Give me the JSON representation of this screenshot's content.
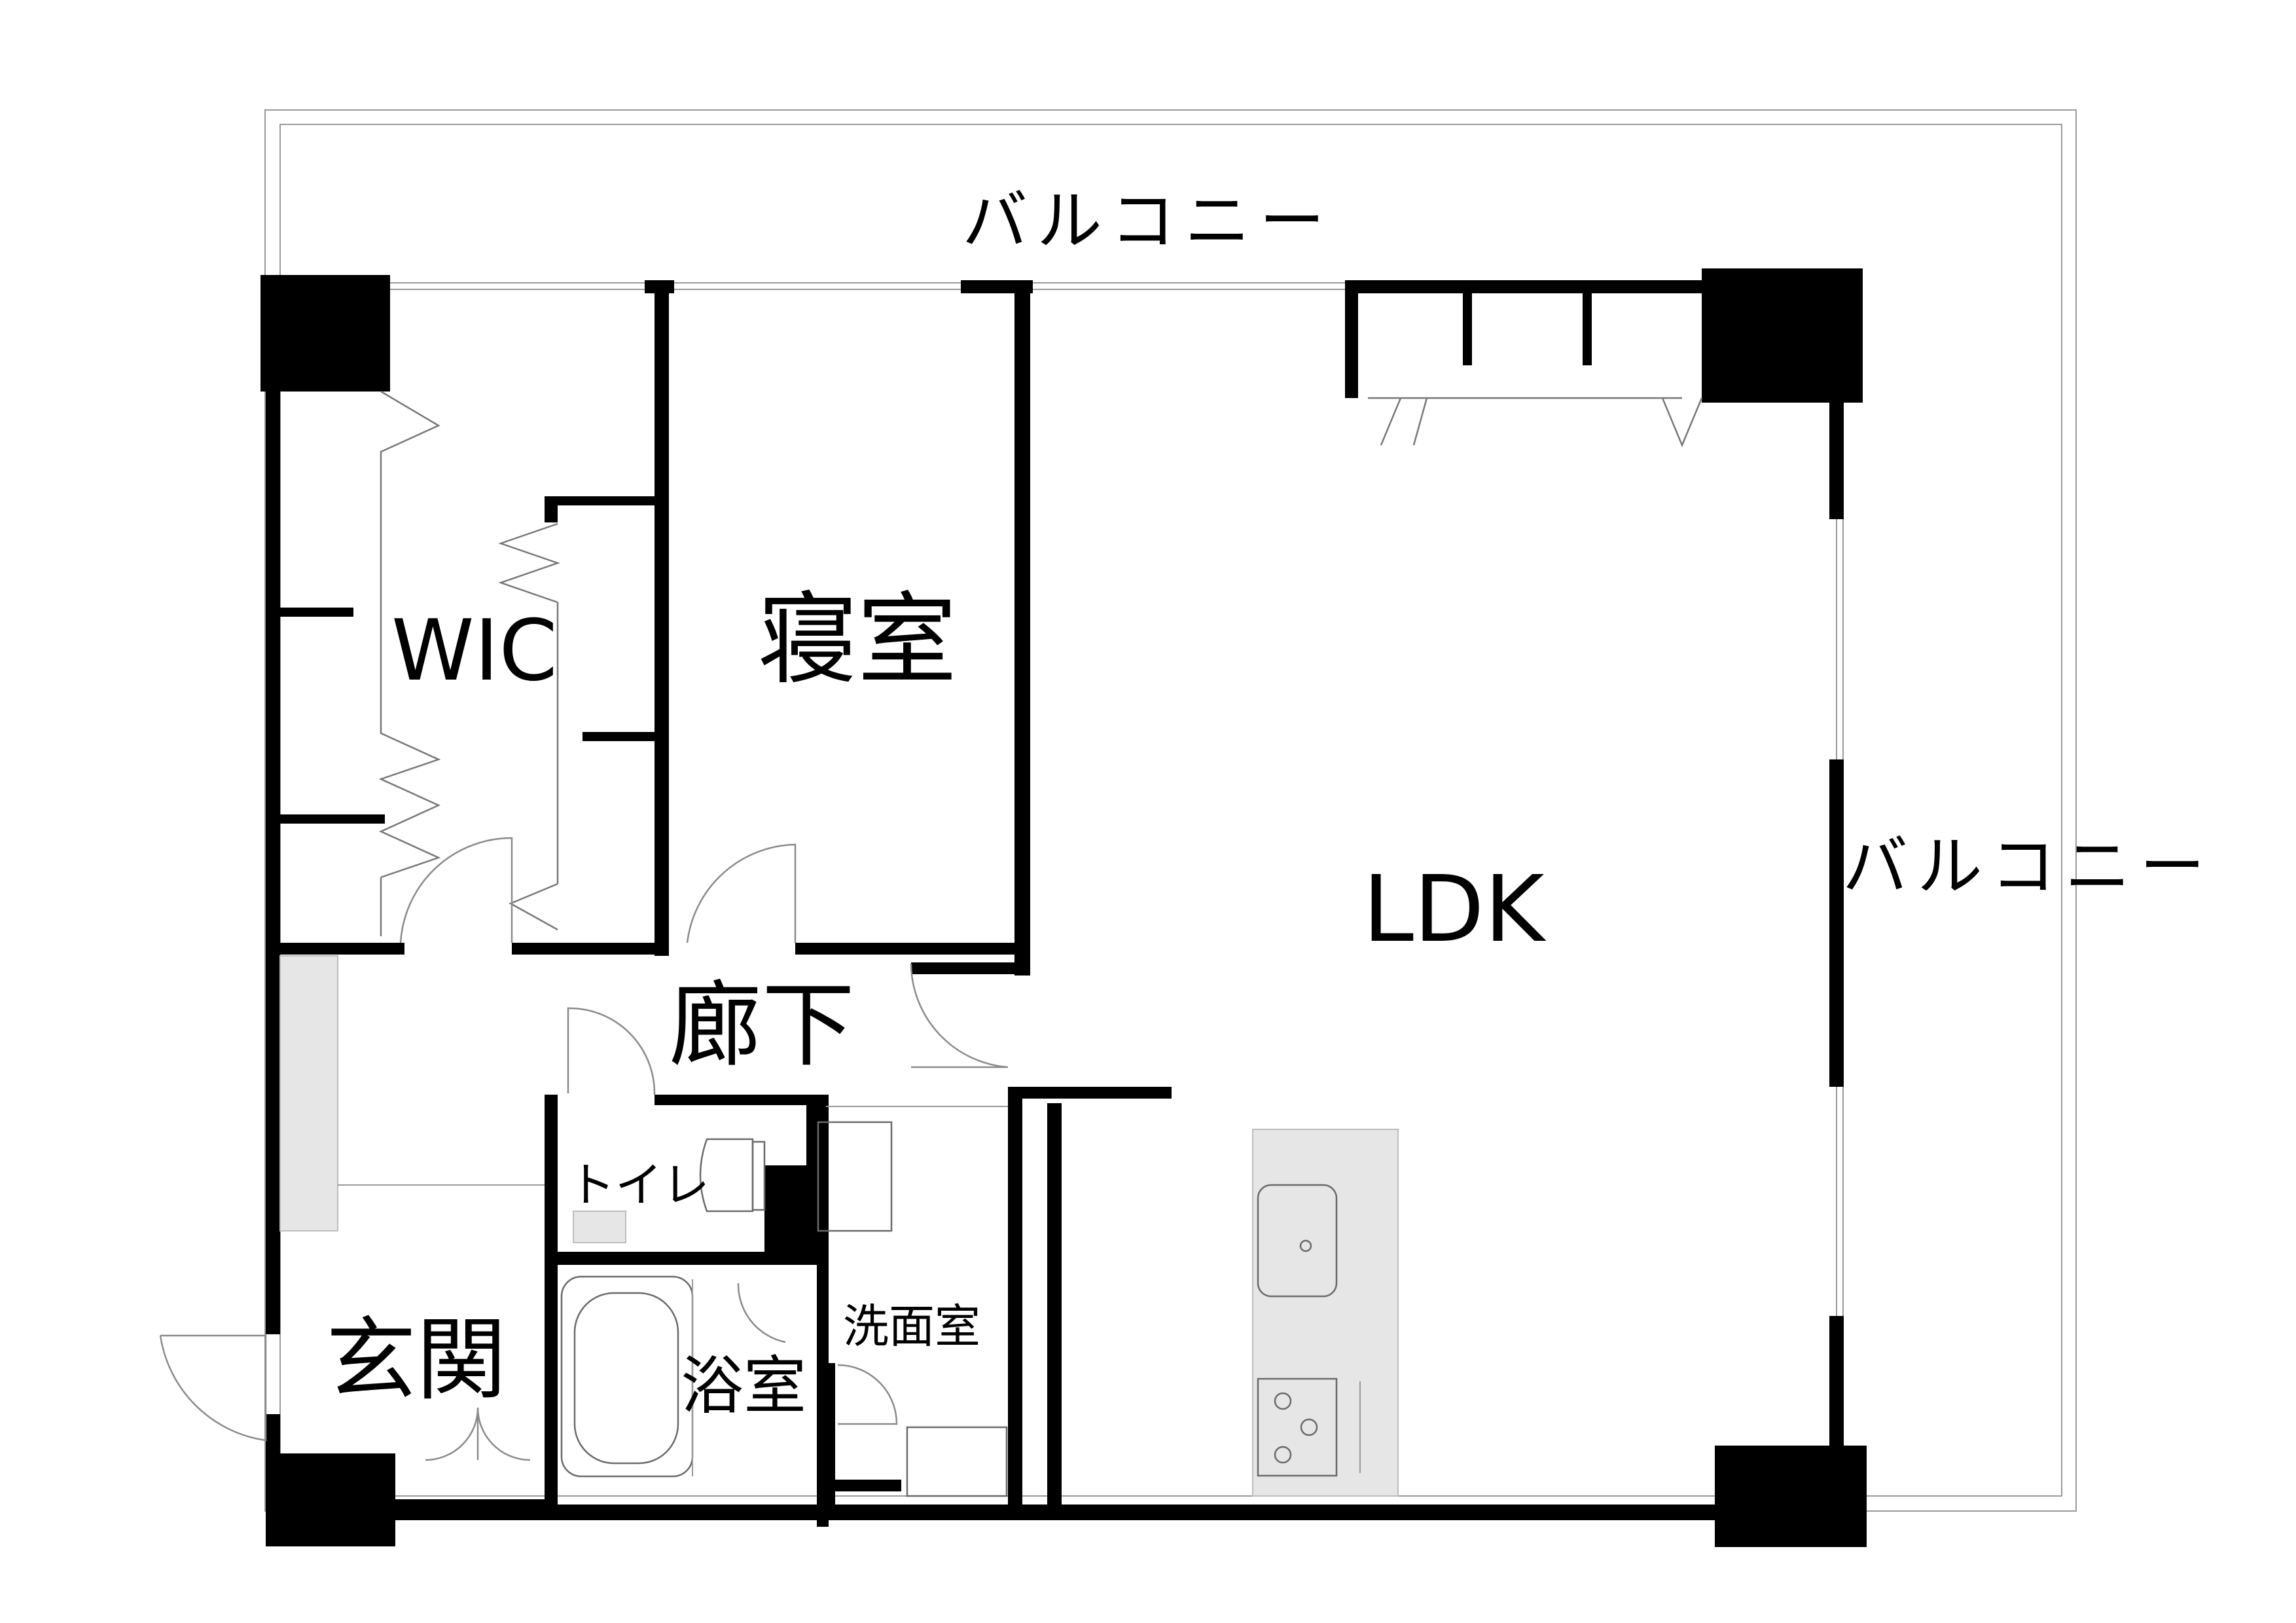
{
  "labels": {
    "balcony_top": "バルコニー",
    "balcony_right": "バルコニー",
    "wic": "WIC",
    "bedroom": "寝室",
    "ldk": "LDK",
    "hallway": "廊下",
    "toilet": "トイレ",
    "washroom": "洗面室",
    "bathroom": "浴室",
    "entrance": "玄関"
  },
  "colors": {
    "wall": "#000000",
    "fixture_fill": "#e6e6e6",
    "thin_line": "#9a9a9a"
  }
}
